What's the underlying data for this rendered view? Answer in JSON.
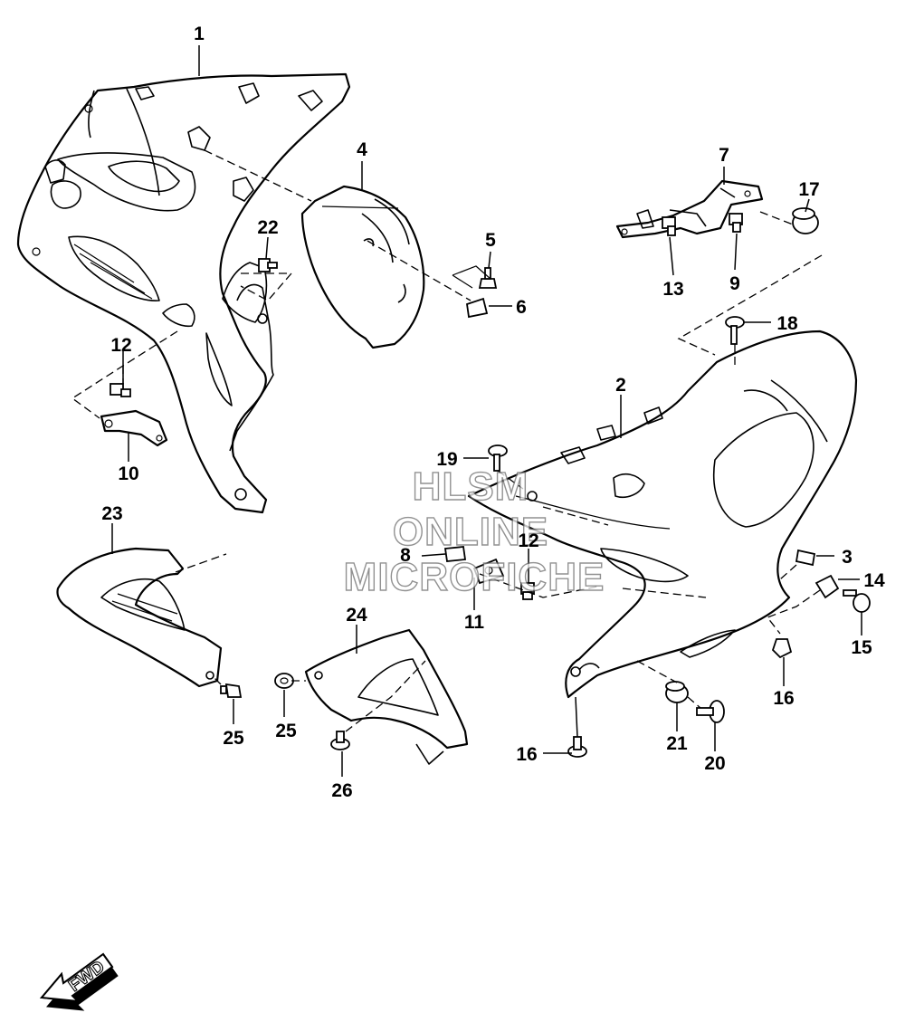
{
  "callouts": {
    "c1": "1",
    "c2": "2",
    "c3": "3",
    "c4": "4",
    "c5": "5",
    "c6": "6",
    "c7": "7",
    "c8": "8",
    "c9": "9",
    "c10": "10",
    "c11": "11",
    "c12a": "12",
    "c12b": "12",
    "c13": "13",
    "c14": "14",
    "c15": "15",
    "c16a": "16",
    "c16b": "16",
    "c17": "17",
    "c18": "18",
    "c19": "19",
    "c20": "20",
    "c21": "21",
    "c22": "22",
    "c23": "23",
    "c24": "24",
    "c25a": "25",
    "c25b": "25",
    "c26": "26"
  },
  "watermark": {
    "line1": "HLSM",
    "line2": "ONLINE",
    "line3": "MICROFICHE"
  },
  "direction_indicator": {
    "label": "FWD"
  }
}
